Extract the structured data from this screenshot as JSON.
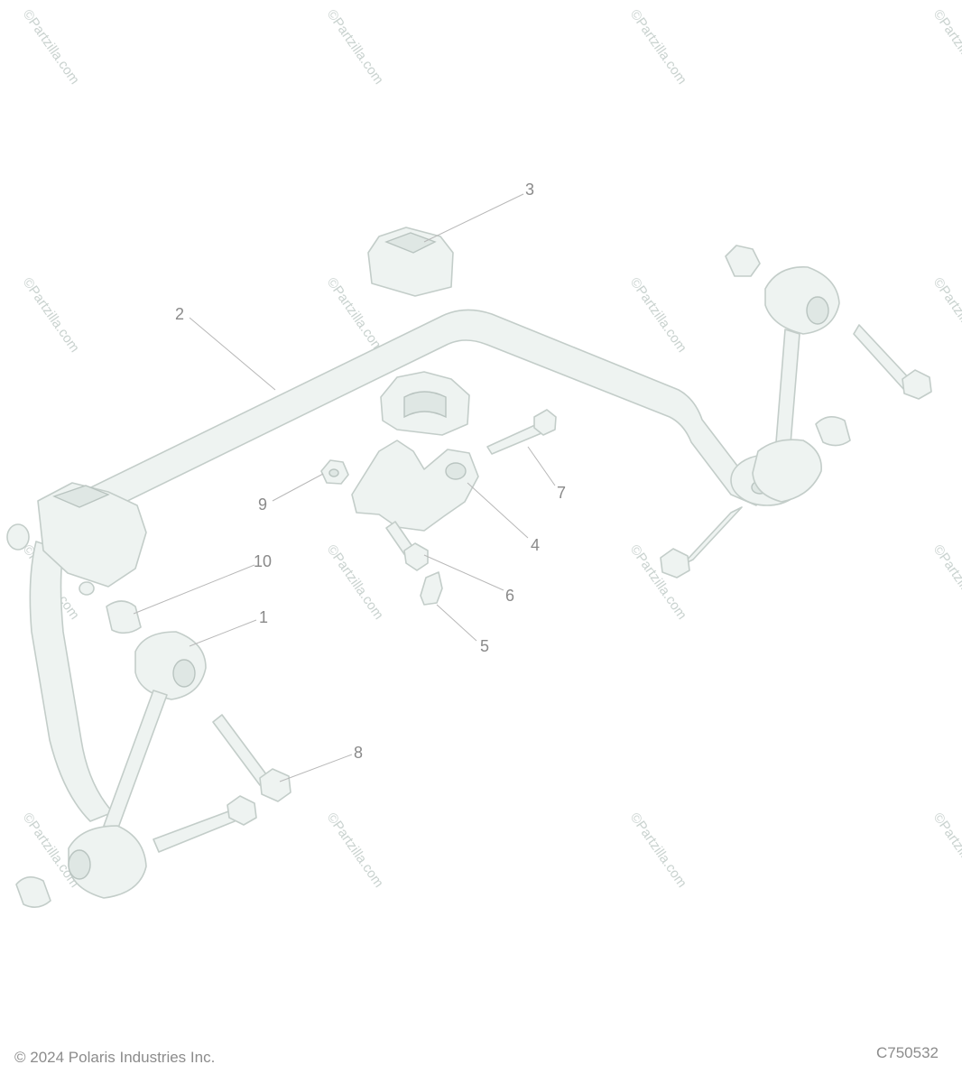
{
  "watermark": "©Partzilla.com",
  "callouts": [
    "1",
    "2",
    "3",
    "4",
    "5",
    "6",
    "7",
    "8",
    "9",
    "10"
  ],
  "footer": {
    "copyright": "© 2024 Polaris Industries Inc.",
    "diagram_code": "C750532"
  },
  "colors": {
    "part_fill": "#eef3f1",
    "part_outline": "#c3cdc9",
    "callout_text": "#8a8a8a"
  }
}
